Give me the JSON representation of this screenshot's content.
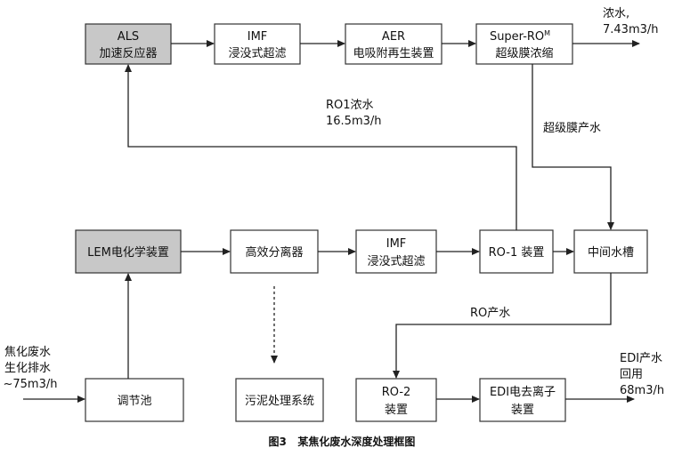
{
  "nodes": {
    "als": {
      "line1": "ALS",
      "line2": "加速反应器"
    },
    "imf_top": {
      "line1": "IMF",
      "line2": "浸没式超滤"
    },
    "aer": {
      "line1": "AER",
      "line2": "电吸附再生装置"
    },
    "super_ro": {
      "line1": "Super-RO",
      "sup": "M",
      "line2": "超级膜浓缩"
    },
    "lem": {
      "line1": "LEM电化学装置"
    },
    "separator": {
      "line1": "高效分离器"
    },
    "imf_mid": {
      "line1": "IMF",
      "line2": "浸没式超滤"
    },
    "ro1": {
      "line1": "RO-1 装置"
    },
    "tank": {
      "line1": "中间水槽"
    },
    "pool": {
      "line1": "调节池"
    },
    "sludge": {
      "line1": "污泥处理系统"
    },
    "ro2": {
      "line1": "RO-2",
      "line2": "装置"
    },
    "edi": {
      "line1": "EDI电去离子",
      "line2": "装置"
    }
  },
  "labels": {
    "concentrate_out": {
      "line1": "浓水,",
      "line2": "7.43m3/h"
    },
    "ro1_concentrate": {
      "line1": "RO1浓水",
      "line2": "16.5m3/h"
    },
    "super_permeate": "超级膜产水",
    "ro_permeate": "RO产水",
    "inflow": {
      "line1": "焦化废水",
      "line2": "生化排水",
      "line3": "~75m3/h"
    },
    "edi_out": {
      "line1": "EDI产水",
      "line2": "回用",
      "line3": "68m3/h"
    }
  },
  "caption": "图3   某焦化废水深度处理框图"
}
